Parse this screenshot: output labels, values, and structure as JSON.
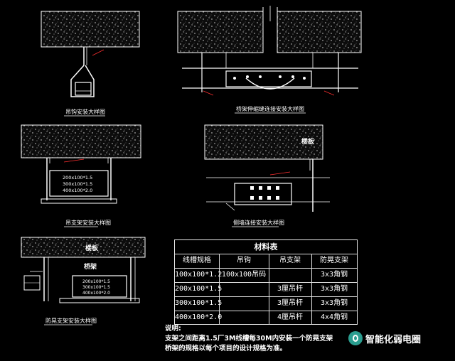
{
  "captions": {
    "top_left": "吊钩安装大样图",
    "top_right": "桥架伸缩缝连接安装大样图",
    "mid_left": "吊支架安装大样图",
    "mid_right": "侧墙连接安装大样图",
    "bottom_left": "防晃支架安装大样图"
  },
  "labels": {
    "wall_mid_right": "楼板",
    "slab_bottom_left": "楼板",
    "tray_bottom_left": "桥架"
  },
  "mid_left_specs": [
    "200x100*1.5",
    "300x100*1.5",
    "400x100*2.0"
  ],
  "bottom_left_specs": [
    "200x100*1.5",
    "300x100*1.5",
    "400x100*2.0"
  ],
  "material_table": {
    "title": "材料表",
    "headers": [
      "线槽规格",
      "吊钩",
      "吊支架",
      "防晃支架"
    ],
    "rows": [
      [
        "100x100*1.2",
        "100x100吊码",
        "",
        "3x3角钢"
      ],
      [
        "200x100*1.5",
        "",
        "3厘吊杆",
        "3x3角钢"
      ],
      [
        "300x100*1.5",
        "",
        "3厘吊杆",
        "3x3角钢"
      ],
      [
        "400x100*2.0",
        "",
        "4厘吊杆",
        "4x4角钢"
      ]
    ]
  },
  "notes": {
    "heading": "说明:",
    "line1": "支架之间距离1.5厂3M线槽每30M内安装一个防晃支架",
    "line2": "桥架的规格以每个项目的设计规格为准。"
  },
  "watermark": {
    "text": "智能化弱电圈"
  },
  "colors": {
    "background": "#000000",
    "lines": "#ffffff",
    "dim_lines": "#ff3030",
    "slab_fill": "#1a1a1a",
    "logo": "#2a9d8f"
  }
}
